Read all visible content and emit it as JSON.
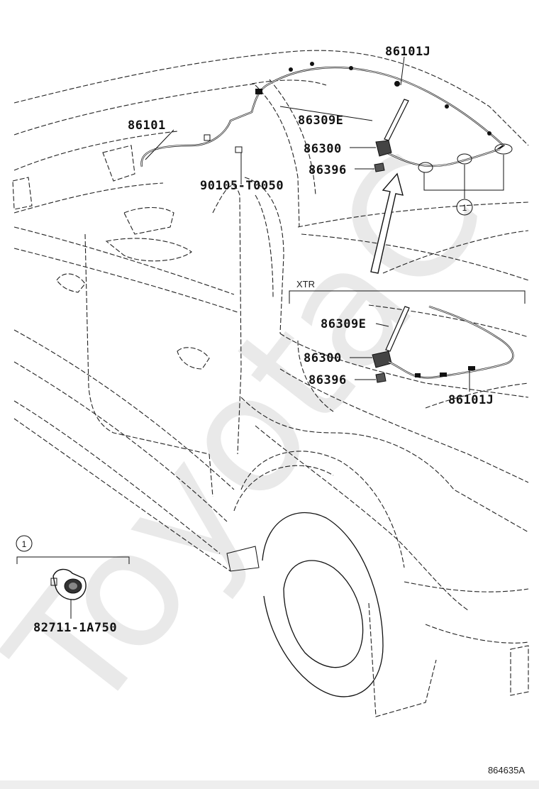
{
  "diagram": {
    "watermark": "ToyotaC",
    "labels": {
      "part_86101J_top": "86101J",
      "part_86309E_top": "86309E",
      "part_86300_top": "86300",
      "part_86396_top": "86396",
      "part_86101": "86101",
      "part_90105": "90105-T0050",
      "xtr": "XTR",
      "part_86309E_xtr": "86309E",
      "part_86300_xtr": "86300",
      "part_86396_xtr": "86396",
      "part_86101J_xtr": "86101J",
      "callout_main": "1",
      "callout_detail": "1",
      "part_82711": "82711-1A750",
      "figure_id": "864635A"
    }
  }
}
